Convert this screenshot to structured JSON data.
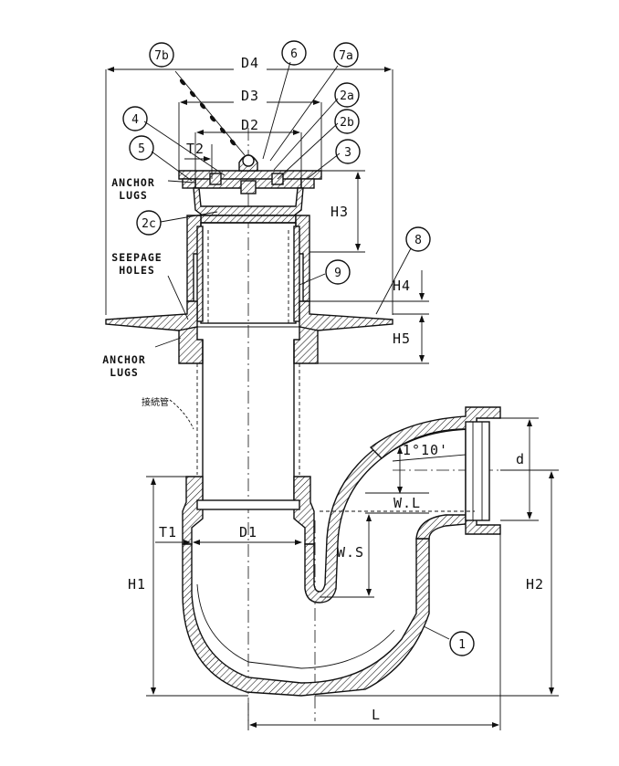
{
  "dimensions": {
    "d4": "D4",
    "d3": "D3",
    "d2": "D2",
    "d1": "D1",
    "t2": "T2",
    "t1": "T1",
    "h1": "H1",
    "h2": "H2",
    "h3": "H3",
    "h4": "H4",
    "h5": "H5",
    "l": "L",
    "d": "d",
    "ws": "W.S",
    "wl": "W.L",
    "angle": "1°10'"
  },
  "balloons": {
    "b1": "1",
    "b2a": "2a",
    "b2b": "2b",
    "b2c": "2c",
    "b3": "3",
    "b4": "4",
    "b5": "5",
    "b6": "6",
    "b7a": "7a",
    "b7b": "7b",
    "b8": "8",
    "b9": "9"
  },
  "notes": {
    "anchor_lugs_top_1": "ANCHOR",
    "anchor_lugs_top_2": "LUGS",
    "seepage_1": "SEEPAGE",
    "seepage_2": "HOLES",
    "anchor_lugs_bottom_1": "ANCHOR",
    "anchor_lugs_bottom_2": "LUGS",
    "pipe_note": "接続管"
  }
}
